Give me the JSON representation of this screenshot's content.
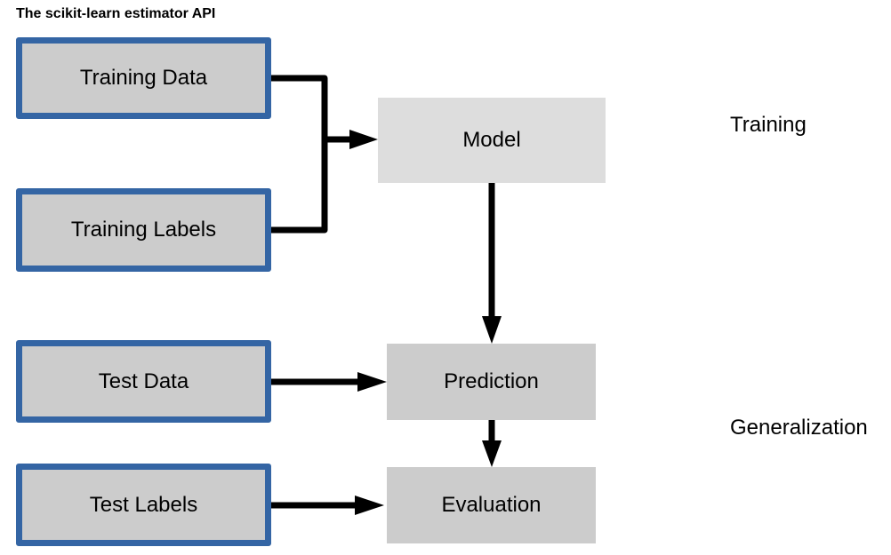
{
  "title": "The scikit-learn estimator API",
  "inputs": {
    "training_data": "Training Data",
    "training_labels": "Training Labels",
    "test_data": "Test Data",
    "test_labels": "Test Labels"
  },
  "steps": {
    "model": "Model",
    "prediction": "Prediction",
    "evaluation": "Evaluation"
  },
  "phases": {
    "training": "Training",
    "generalization": "Generalization"
  },
  "colors": {
    "input_border": "#3465a4",
    "input_fill": "#cccccc",
    "step_fill": "#cccccc",
    "model_fill": "#dddddd",
    "arrow": "#000000"
  }
}
